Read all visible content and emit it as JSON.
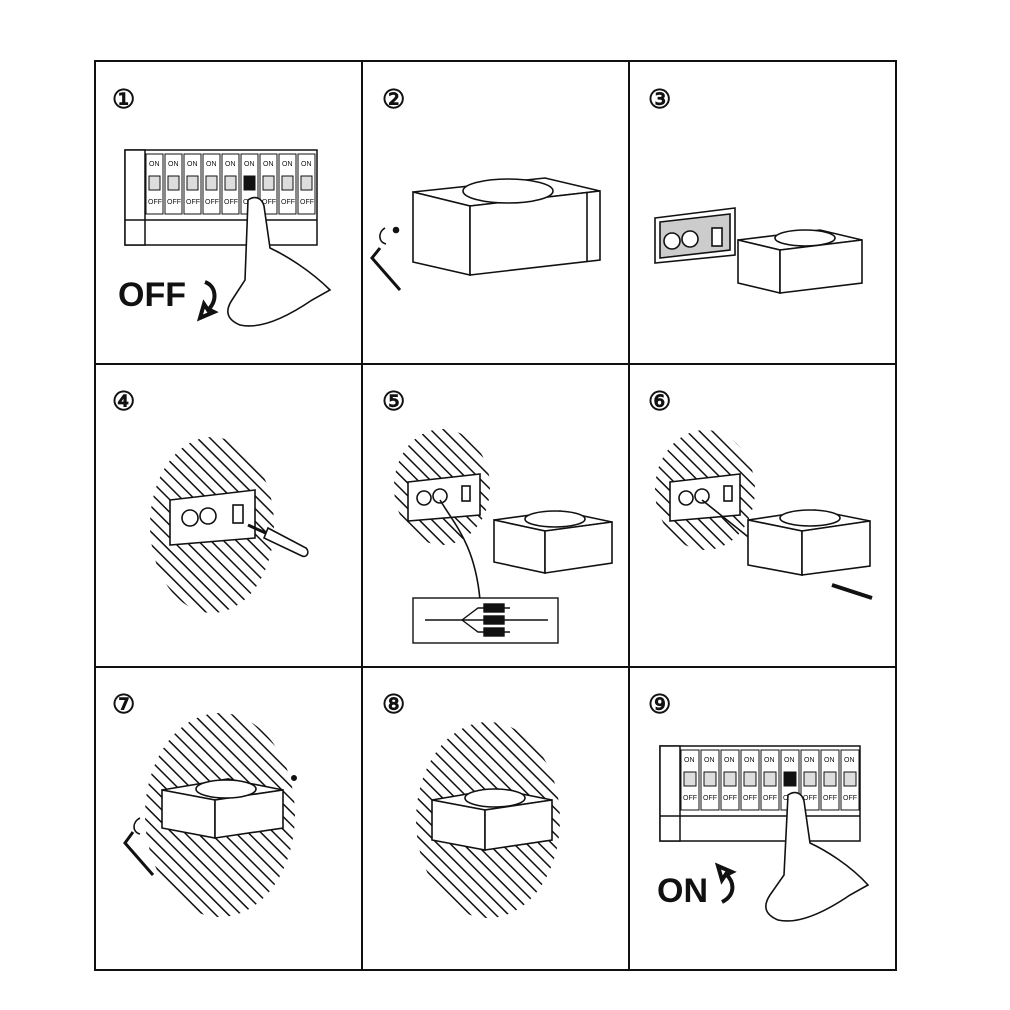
{
  "colors": {
    "ink": "#111111",
    "paper": "#ffffff",
    "shade": "#dddddd"
  },
  "panels": [
    {
      "number": "①",
      "label": "OFF",
      "breaker_on": "ON",
      "breaker_off": "OFF",
      "arrow_icon": "curved-arrow-down-icon"
    },
    {
      "number": "②"
    },
    {
      "number": "③"
    },
    {
      "number": "④"
    },
    {
      "number": "⑤"
    },
    {
      "number": "⑥"
    },
    {
      "number": "⑦"
    },
    {
      "number": "⑧"
    },
    {
      "number": "⑨",
      "label": "ON",
      "breaker_on": "ON",
      "breaker_off": "OFF",
      "arrow_icon": "curved-arrow-up-icon"
    }
  ]
}
